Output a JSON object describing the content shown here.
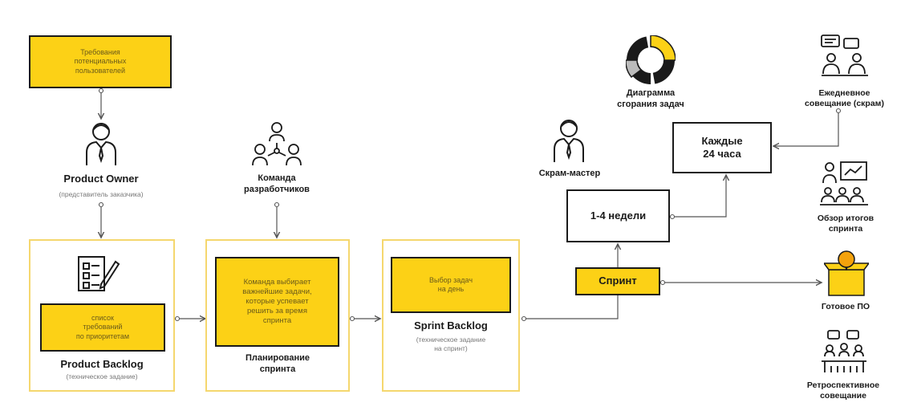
{
  "boxes": {
    "requirements": "Требования\nпотенциальных\nпользователей",
    "backlog_list": "список\nтребований\nпо приоритетам",
    "team_chooses": "Команда выбирает\nважнейшие задачи,\nкоторые успевает\nрешить за время\nспринта",
    "task_choice": "Выбор задач\nна день",
    "weeks": "1-4 недели",
    "every24": "Каждые\n24 часа",
    "sprint": "Спринт"
  },
  "labels": {
    "product_owner": "Product Owner",
    "product_owner_sub": "(представитель заказчика)",
    "dev_team": "Команда\nразработчиков",
    "product_backlog": "Product Backlog",
    "product_backlog_sub": "(техническое задание)",
    "sprint_planning": "Планирование\nспринта",
    "sprint_backlog": "Sprint Backlog",
    "sprint_backlog_sub": "(техническое задание\nна спринт)",
    "scrum_master": "Скрам-мастер",
    "burndown": "Диаграмма\nсгорания задач",
    "daily": "Ежедневное\nсовещание (скрам)",
    "review": "Обзор итогов\nспринта",
    "ready": "Готовое ПО",
    "retro": "Ретроспективное\nсовещание"
  },
  "colors": {
    "accent": "#fcd116",
    "frame": "#f5d76e",
    "line": "#555555",
    "icon": "#1a1a1a"
  },
  "icons": [
    "person-icon",
    "team-icon",
    "checklist-icon",
    "burndown-chart-icon",
    "meeting-icon",
    "review-meeting-icon",
    "box-icon",
    "retro-meeting-icon"
  ]
}
